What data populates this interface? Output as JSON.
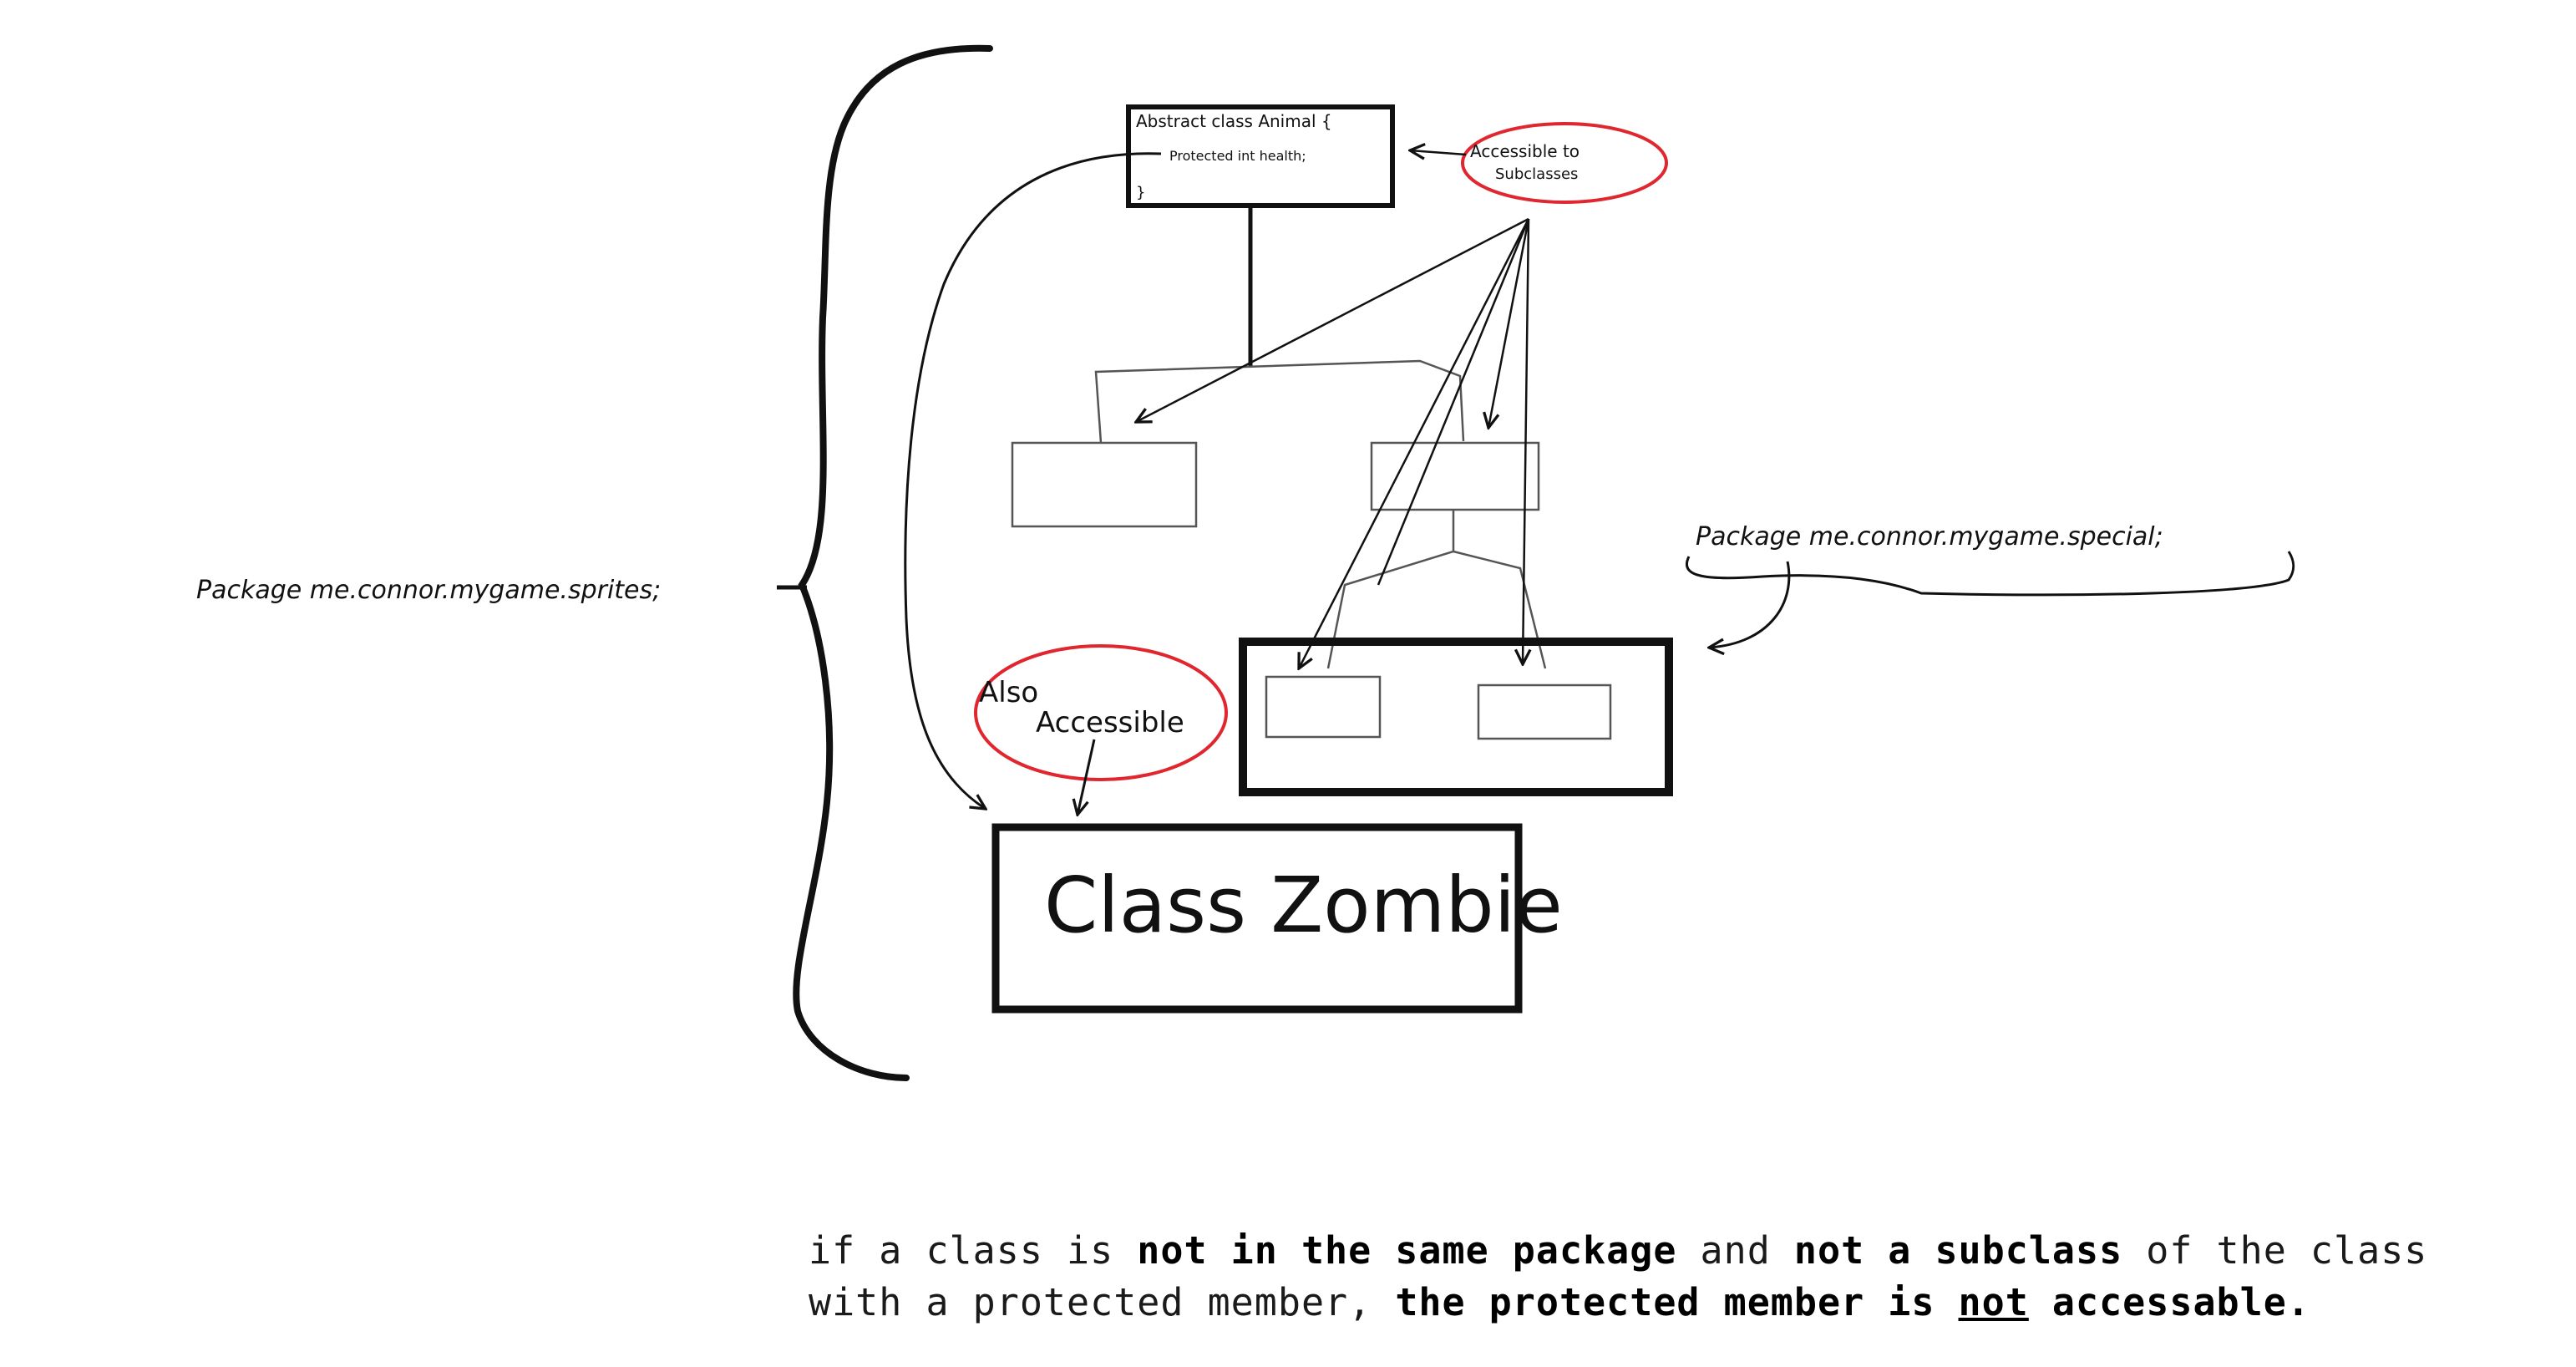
{
  "diagram": {
    "abstract_class": {
      "line1": "Abstract class Animal {",
      "line2": "Protected int health;",
      "line3": "}"
    },
    "note_subclasses": {
      "line1": "Accessible to",
      "line2": "Subclasses"
    },
    "note_also": {
      "line1": "Also",
      "line2": "Accessible"
    },
    "package_sprites": "Package me.connor.mygame.sprites;",
    "package_special": "Package me.connor.mygame.special;",
    "zombie_class": "Class Zombie",
    "colors": {
      "ink": "#111111",
      "note_ring": "#e0262e",
      "box_outline": "#555555"
    }
  },
  "caption": {
    "p1": "if a class is ",
    "b1": "not in the same package",
    "p2": " and ",
    "b2": "not a subclass",
    "p3": " of the class",
    "p4": "with a protected member, ",
    "b3": "the protected member is ",
    "u1": "not",
    "b4": " accessable."
  }
}
